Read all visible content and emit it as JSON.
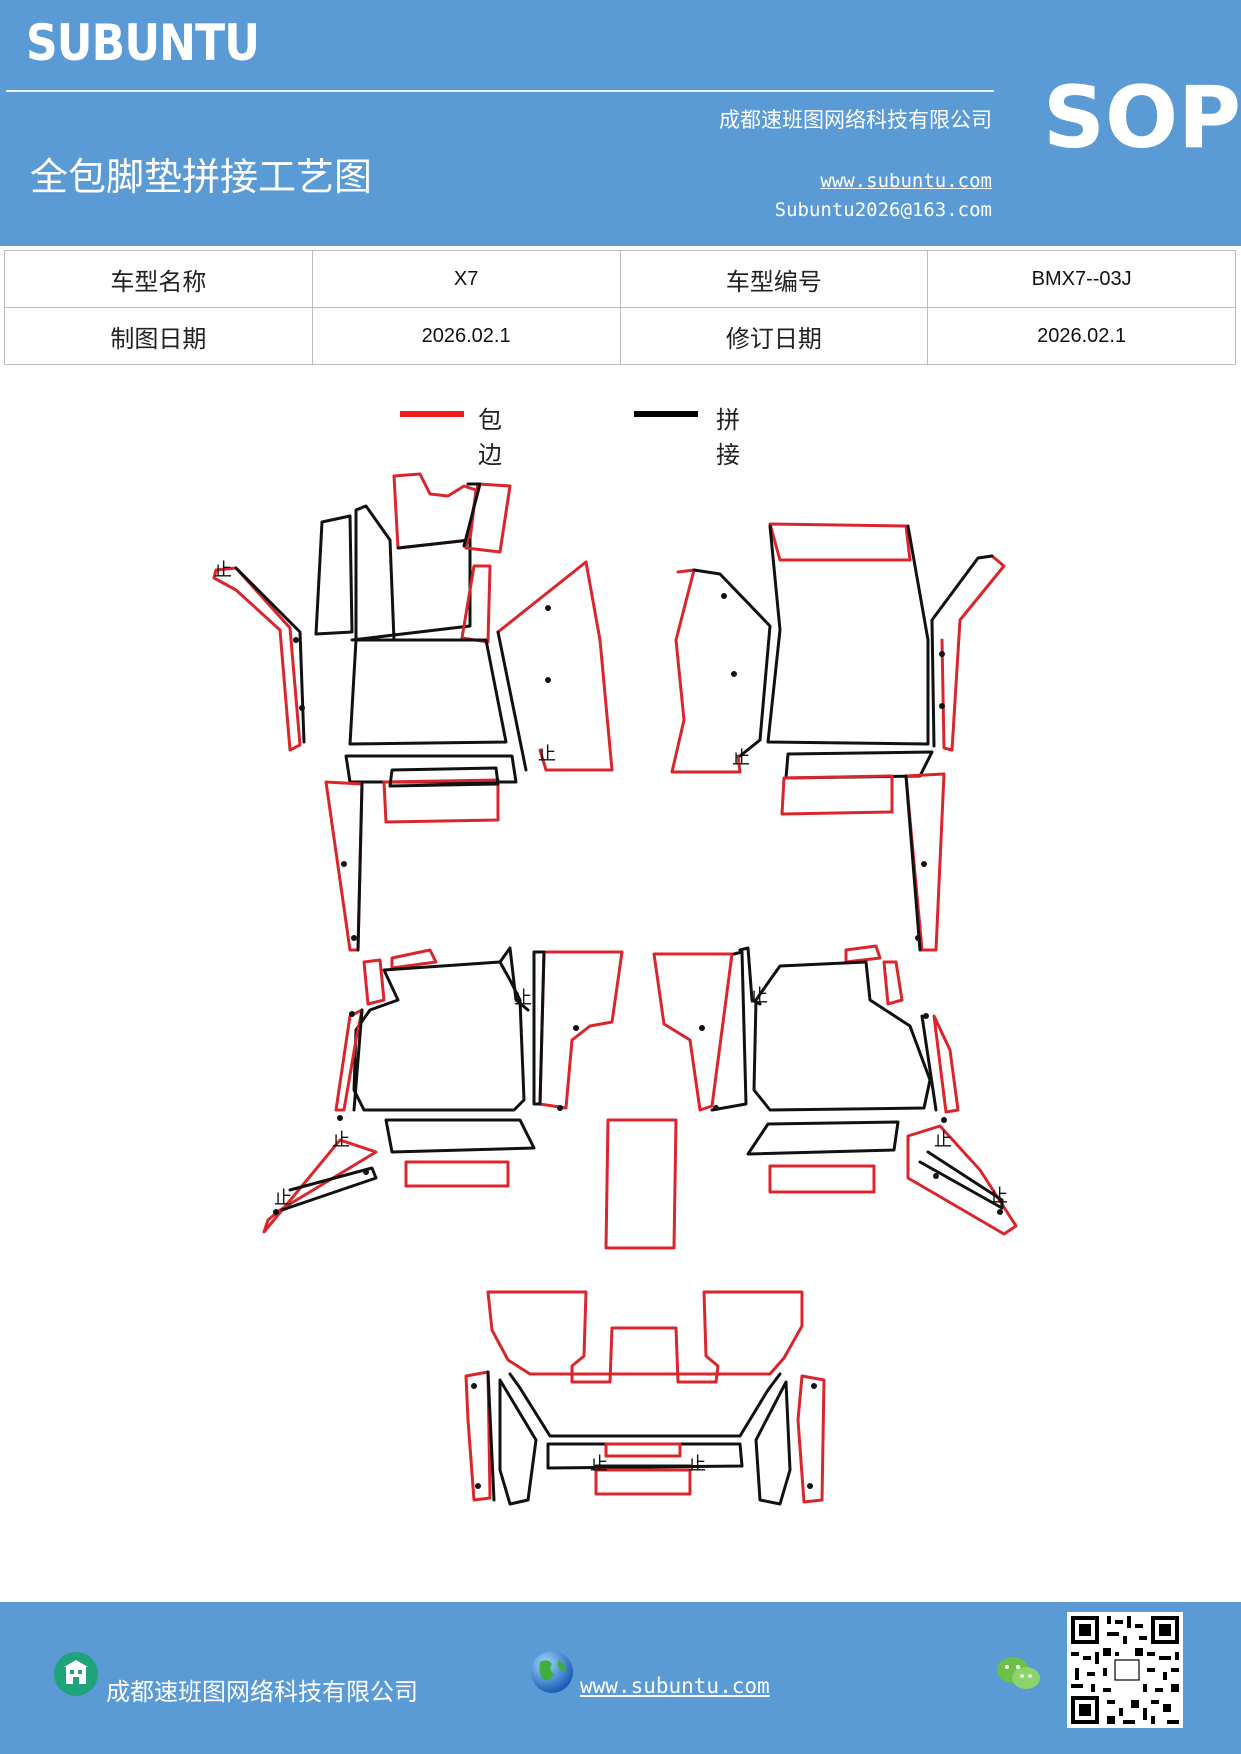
{
  "header": {
    "logo": "SUBUNTU",
    "company": "成都速班图网络科技有限公司",
    "title": "全包脚垫拼接工艺图",
    "url": "www.subuntu.com",
    "email": "Subuntu2026@163.com",
    "badge": "SOP",
    "background_color": "#5b9bd5"
  },
  "info_table": {
    "rows": [
      {
        "label1": "车型名称",
        "value1": "X7",
        "label2": "车型编号",
        "value2": "BMX7--03J"
      },
      {
        "label1": "制图日期",
        "value1": "2026.02.1",
        "label2": "修订日期",
        "value2": "2026.02.1"
      }
    ]
  },
  "legend": {
    "items": [
      {
        "label": "包边",
        "color": "#ee1c1c"
      },
      {
        "label": "拼接",
        "color": "#000000"
      }
    ]
  },
  "diagram": {
    "edge_color": "#d9262c",
    "seam_color": "#111111",
    "symbol": "止"
  },
  "footer": {
    "company": "成都速班图网络科技有限公司",
    "url": "www.subuntu.com",
    "icons": [
      "building-icon",
      "globe-icon",
      "wechat-icon",
      "qr-code"
    ]
  }
}
